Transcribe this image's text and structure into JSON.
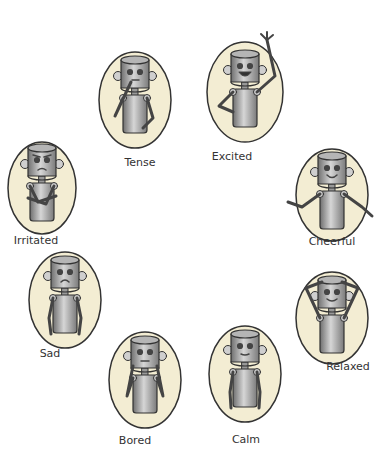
{
  "diagram": {
    "labels": [
      "Tense",
      "Excited",
      "Irritated",
      "Cheerful",
      "Sad",
      "Relaxed",
      "Bored",
      "Calm"
    ]
  }
}
